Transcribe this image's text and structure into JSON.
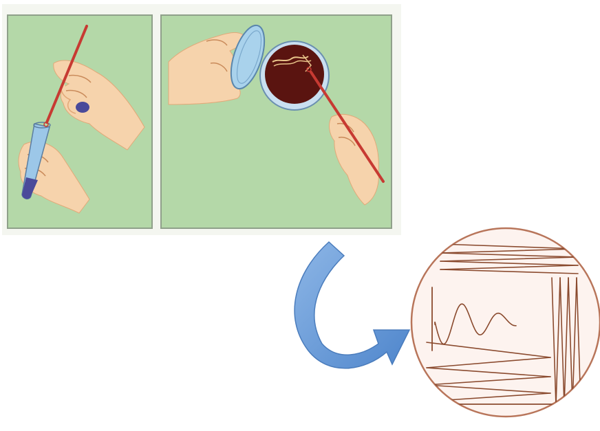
{
  "colors": {
    "panel_bg": "#b4d8a8",
    "panel_border": "#8fa08a",
    "skin": "#f6d3ac",
    "skin_shadow": "#e2a878",
    "loop_rod": "#c73a32",
    "tube_glass": "#9cc7e8",
    "tube_liquid": "#4a4a9a",
    "dish_lid": "#a9d2ec",
    "agar": "#5a1410",
    "streak_on_agar": "#e8c48a",
    "arrow_fill": "#5f96d6",
    "plate_fill": "#fdf3ef",
    "plate_border": "#b8755a",
    "streak_lines": "#8a4a2e"
  },
  "panels": [
    {
      "name": "panel-inoculating-loop-and-tube",
      "icons": [
        "hand-icon",
        "inoculating-loop-icon",
        "test-tube-icon"
      ]
    },
    {
      "name": "panel-streaking-agar-plate",
      "icons": [
        "hand-icon",
        "petri-dish-lid-icon",
        "agar-plate-icon",
        "inoculating-loop-icon"
      ]
    }
  ],
  "arrow": {
    "icon": "curved-arrow-icon"
  },
  "result_plate": {
    "icon": "streak-plate-icon",
    "pattern": "quadrant-streak"
  }
}
